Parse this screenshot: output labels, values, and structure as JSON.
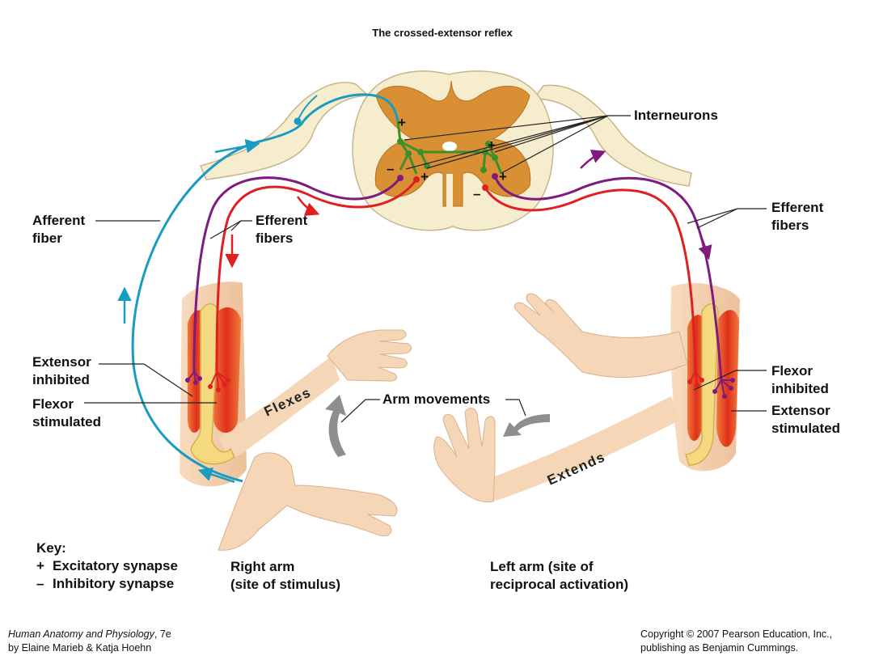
{
  "title": "The crossed-extensor reflex",
  "labels": {
    "interneurons": "Interneurons",
    "afferent_fiber": [
      "Afferent",
      "fiber"
    ],
    "efferent_fibers_left": [
      "Efferent",
      "fibers"
    ],
    "efferent_fibers_right": [
      "Efferent",
      "fibers"
    ],
    "extensor_inhibited": [
      "Extensor",
      "inhibited"
    ],
    "flexor_stimulated": [
      "Flexor",
      "stimulated"
    ],
    "flexor_inhibited": [
      "Flexor",
      "inhibited"
    ],
    "extensor_stimulated": [
      "Extensor",
      "stimulated"
    ],
    "arm_movements": "Arm movements",
    "flexes": "Flexes",
    "extends": "Extends",
    "right_arm": [
      "Right arm",
      "(site of stimulus)"
    ],
    "left_arm": [
      "Left arm (site of",
      "reciprocal activation)"
    ]
  },
  "synapse_signs": {
    "plus": "+",
    "minus": "–"
  },
  "key": {
    "heading": "Key:",
    "items": [
      {
        "symbol": "+",
        "text": "Excitatory synapse"
      },
      {
        "symbol": "–",
        "text": "Inhibitory synapse"
      }
    ]
  },
  "footer": {
    "book_title": "Human Anatomy and Physiology",
    "edition": ", 7e",
    "authors": "by Elaine Marieb & Katja Hoehn",
    "copyright": "Copyright © 2007 Pearson Education, Inc.,",
    "publisher": "publishing as Benjamin Cummings."
  },
  "colors": {
    "afferent": "#1a9bc0",
    "efferent_excitatory": "#e02020",
    "efferent_inhibitory": "#7d1b7e",
    "interneuron": "#3d8f2a",
    "gray_matter": "#d99035",
    "white_matter": "#f6ecce",
    "skin": "#f5d7b8",
    "muscle": "#e2401c",
    "bone": "#f5d980",
    "arrow_gray": "#8e8e8e"
  }
}
